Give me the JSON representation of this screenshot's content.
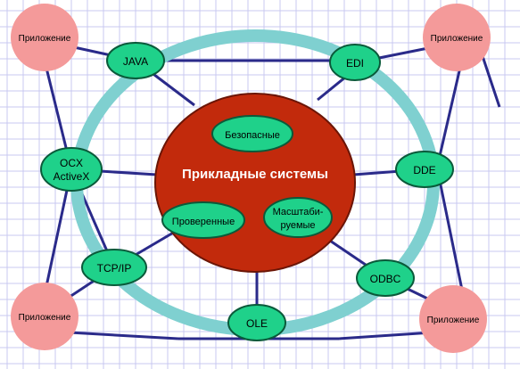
{
  "diagram": {
    "title": "Прикладные системы",
    "center_nodes": {
      "safe": "Безопасные",
      "verified": "Проверенные",
      "scalable_line1": "Масштаби-",
      "scalable_line2": "руемые"
    },
    "ring_nodes": {
      "java": "JAVA",
      "edi": "EDI",
      "ocx_line1": "OCX",
      "ocx_line2": "ActiveX",
      "dde": "DDE",
      "tcpip": "TCP/IP",
      "odbc": "ODBC",
      "ole": "OLE"
    },
    "apps": {
      "top_left": "Приложение",
      "top_right": "Приложение",
      "bottom_left": "Приложение",
      "bottom_right": "Приложение"
    },
    "colors": {
      "background": "#ffffff",
      "grid": "#c8c8f0",
      "ring": "#7fd0d0",
      "node_fill": "#1fd18a",
      "node_stroke": "#0a5a3a",
      "core_fill": "#c22a0c",
      "core_stroke": "#6b1505",
      "app_fill": "#f49a9a",
      "connector": "#2a2a8a"
    }
  }
}
